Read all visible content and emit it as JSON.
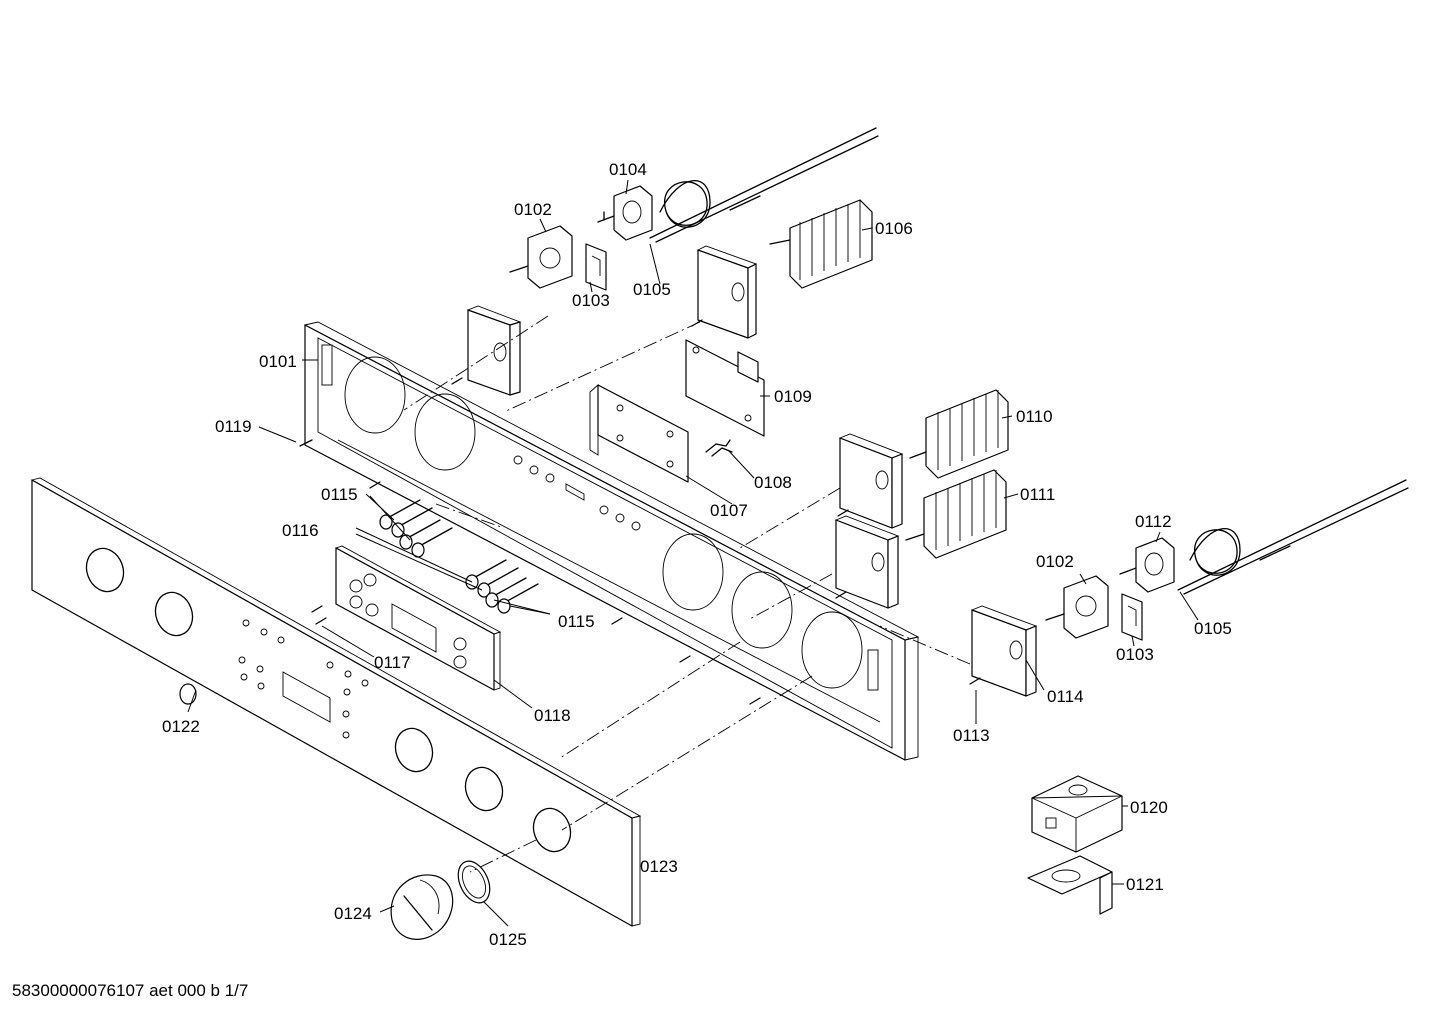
{
  "footer_text": "58300000076107 aet 000 b 1/7",
  "labels": {
    "p0101": "0101",
    "p0102a": "0102",
    "p0102b": "0102",
    "p0103a": "0103",
    "p0103b": "0103",
    "p0104": "0104",
    "p0105a": "0105",
    "p0105b": "0105",
    "p0106": "0106",
    "p0107": "0107",
    "p0108": "0108",
    "p0109": "0109",
    "p0110": "0110",
    "p0111": "0111",
    "p0112": "0112",
    "p0113": "0113",
    "p0114": "0114",
    "p0115a": "0115",
    "p0115b": "0115",
    "p0116": "0116",
    "p0117": "0117",
    "p0118": "0118",
    "p0119": "0119",
    "p0120": "0120",
    "p0121": "0121",
    "p0122": "0122",
    "p0123": "0123",
    "p0124": "0124",
    "p0125": "0125"
  }
}
